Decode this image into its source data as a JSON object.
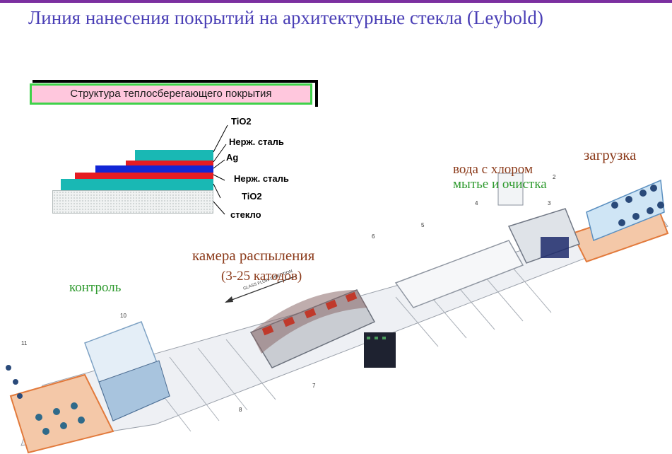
{
  "title": "Линия нанесения покрытий на архитектурные стекла (Leybold)",
  "structure": {
    "header": "Структура теплосберегающего покрытия",
    "layers": [
      {
        "label": "TiO2",
        "color": "#19b8b4"
      },
      {
        "label": "Нерж. сталь",
        "color": "#e51c23"
      },
      {
        "label": "Ag",
        "color": "#1226d6"
      },
      {
        "label": "Нерж. сталь",
        "color": "#e51c23"
      },
      {
        "label": "TiO2",
        "color": "#19b8b4"
      },
      {
        "label": "стекло",
        "color": "#e8ecec"
      }
    ]
  },
  "labels": {
    "loading": "загрузка",
    "water": "вода с хлором",
    "washing": "мытье и очистка",
    "sputter_chamber": "камера распыления",
    "cathodes": "(3-25 катодов)",
    "control": "контроль",
    "glass_flow": "GLASS FLOW DIRECTION"
  },
  "station_numbers": [
    "11",
    "10",
    "8",
    "7",
    "6",
    "5",
    "4",
    "3",
    "2"
  ],
  "colors": {
    "title": "#4a3fb6",
    "brown_label": "#8b3a1a",
    "green_label": "#2e9a2e",
    "frame_orange": "#e27a3c"
  }
}
